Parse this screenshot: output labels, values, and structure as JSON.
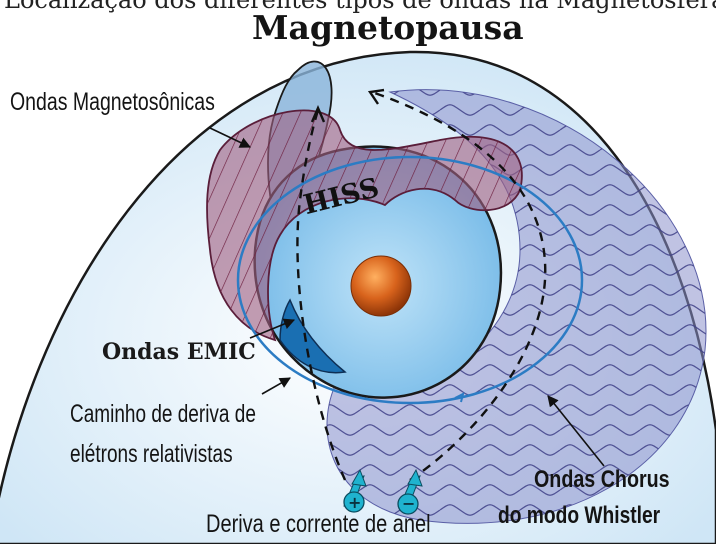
{
  "title_partial": "Localização dos diferentes tipos de ondas na Magnetosfera",
  "labels": {
    "magnetopause": "Magnetopausa",
    "magnetosonic": "Ondas Magnetosônicas",
    "hiss": "HISS",
    "emic": "Ondas EMIC",
    "drift_path_line1": "Caminho de deriva de",
    "drift_path_line2": "elétrons relativistas",
    "chorus_line1": "Ondas Chorus",
    "chorus_line2": "do modo Whistler",
    "ring_current": "Deriva e corrente de anel",
    "plus": "+",
    "minus": "−"
  },
  "colors": {
    "magnetosphere": "#d8ecf8",
    "plasmasphere": "#8ccbef",
    "earth": "#d45f1a",
    "magnetosonic_region": "#9a5a7a",
    "chorus_region": "#8c90c8",
    "emic_region": "#1a78bd",
    "drift_path": "#2c7cc4",
    "particle": "#1fb3cf"
  }
}
